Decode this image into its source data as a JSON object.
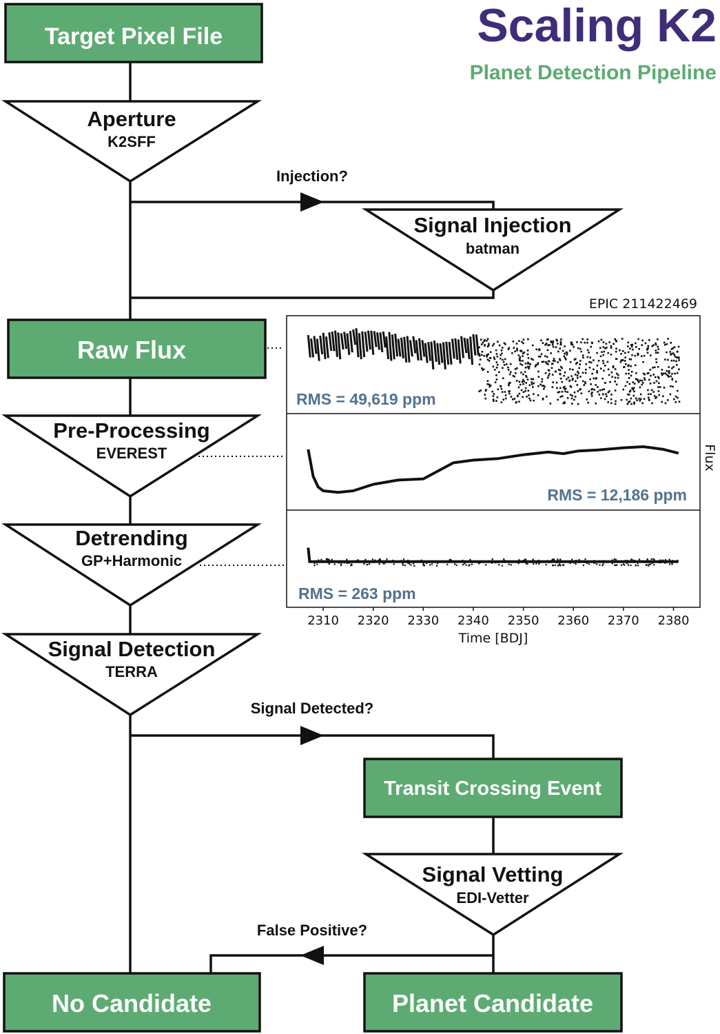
{
  "title": {
    "main": "Scaling K2",
    "subtitle": "Planet Detection Pipeline",
    "main_color": "#3f2d7a",
    "subtitle_color": "#5dab72"
  },
  "colors": {
    "box_fill": "#5dab72",
    "rms_text": "#52728f"
  },
  "nodes": {
    "target_pixel_file": "Target Pixel File",
    "aperture": {
      "title": "Aperture",
      "sub": "K2SFF"
    },
    "signal_injection": {
      "title": "Signal Injection",
      "sub": "batman"
    },
    "raw_flux": "Raw Flux",
    "pre_processing": {
      "title": "Pre-Processing",
      "sub": "EVEREST"
    },
    "detrending": {
      "title": "Detrending",
      "sub": "GP+Harmonic"
    },
    "signal_detection": {
      "title": "Signal Detection",
      "sub": "TERRA"
    },
    "transit_crossing_event": "Transit Crossing Event",
    "signal_vetting": {
      "title": "Signal Vetting",
      "sub": "EDI-Vetter"
    },
    "no_candidate": "No Candidate",
    "planet_candidate": "Planet Candidate"
  },
  "edges": {
    "injection": "Injection?",
    "signal_detected": "Signal Detected?",
    "false_positive": "False Positive?"
  },
  "chart_data": {
    "type": "line",
    "title": "EPIC 211422469",
    "xlabel": "Time [BDJ]",
    "ylabel": "Flux",
    "xlim": [
      2306,
      2382
    ],
    "x_ticks": [
      "2310",
      "2320",
      "2330",
      "2340",
      "2350",
      "2360",
      "2370",
      "2380"
    ],
    "panels": [
      {
        "name": "raw",
        "rms_label": "RMS = 49,619 ppm",
        "rms_ppm": 49619,
        "description_points": [
          [
            2307,
            0.3
          ],
          [
            2310,
            0.2
          ],
          [
            2320,
            0.15
          ],
          [
            2330,
            0.18
          ],
          [
            2340,
            0.2
          ],
          [
            2341,
            0.55
          ],
          [
            2350,
            0.55
          ],
          [
            2360,
            0.55
          ],
          [
            2370,
            0.55
          ],
          [
            2381,
            0.55
          ]
        ]
      },
      {
        "name": "everest",
        "rms_label": "RMS = 12,186 ppm",
        "rms_ppm": 12186,
        "points": [
          [
            2307,
            0.05
          ],
          [
            2308,
            0.55
          ],
          [
            2309,
            0.75
          ],
          [
            2310,
            0.82
          ],
          [
            2313,
            0.85
          ],
          [
            2316,
            0.82
          ],
          [
            2320,
            0.7
          ],
          [
            2325,
            0.62
          ],
          [
            2330,
            0.6
          ],
          [
            2333,
            0.45
          ],
          [
            2336,
            0.3
          ],
          [
            2340,
            0.25
          ],
          [
            2345,
            0.22
          ],
          [
            2350,
            0.15
          ],
          [
            2355,
            0.1
          ],
          [
            2358,
            0.13
          ],
          [
            2361,
            0.08
          ],
          [
            2365,
            0.06
          ],
          [
            2370,
            0.02
          ],
          [
            2374,
            0.0
          ],
          [
            2378,
            0.05
          ],
          [
            2381,
            0.12
          ]
        ]
      },
      {
        "name": "detrended",
        "rms_label": "RMS = 263 ppm",
        "rms_ppm": 263,
        "points": [
          [
            2307,
            0.1
          ],
          [
            2307.3,
            0.55
          ],
          [
            2310,
            0.55
          ],
          [
            2381,
            0.55
          ]
        ]
      }
    ]
  }
}
